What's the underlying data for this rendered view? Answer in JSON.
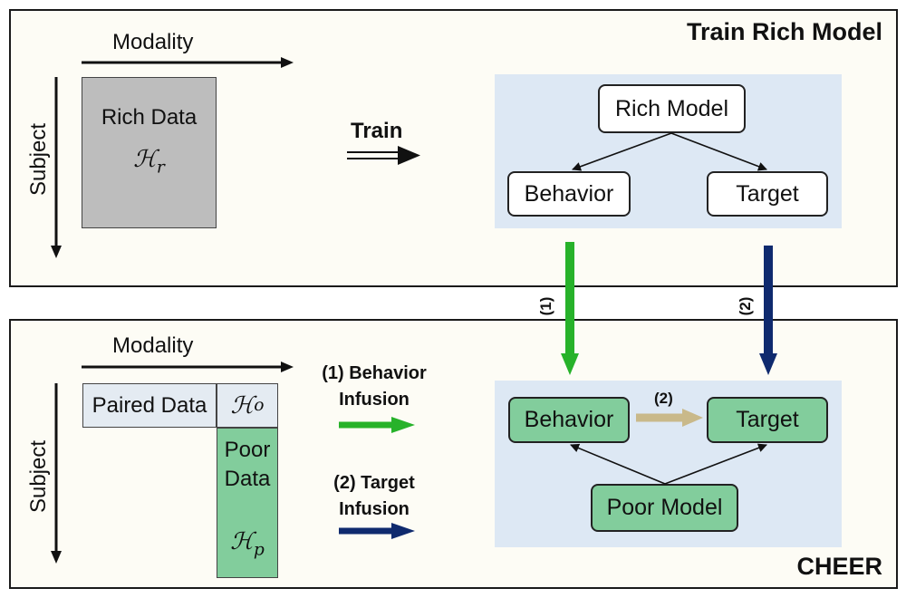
{
  "top_panel": {
    "title": "Train Rich Model",
    "modality_label": "Modality",
    "subject_label": "Subject",
    "rich_data": {
      "label": "Rich Data",
      "symbol_main": "ℋ",
      "symbol_sub": "r"
    },
    "train_label": "Train",
    "rich_model": "Rich Model",
    "behavior": "Behavior",
    "target": "Target"
  },
  "connectors": {
    "label_1": "(1)",
    "label_2": "(2)"
  },
  "bottom_panel": {
    "title": "CHEER",
    "modality_label": "Modality",
    "subject_label": "Subject",
    "paired_data": "Paired Data",
    "paired_symbol_main": "ℋ",
    "paired_symbol_sub": "o",
    "poor_data_line1": "Poor",
    "poor_data_line2": "Data",
    "poor_symbol_main": "ℋ",
    "poor_symbol_sub": "p",
    "behavior_infusion_line1": "(1) Behavior",
    "behavior_infusion_line2": "Infusion",
    "target_infusion_line1": "(2) Target",
    "target_infusion_line2": "Infusion",
    "behavior": "Behavior",
    "target": "Target",
    "inner_arrow_label": "(2)",
    "poor_model": "Poor Model"
  },
  "colors": {
    "green_arrow": "#27b22a",
    "navy_arrow": "#0f2a6e",
    "tan_arrow": "#c9b98a",
    "green_box": "#82cd9c",
    "gray_box": "#bdbdbd",
    "model_area": "#dde8f4"
  }
}
